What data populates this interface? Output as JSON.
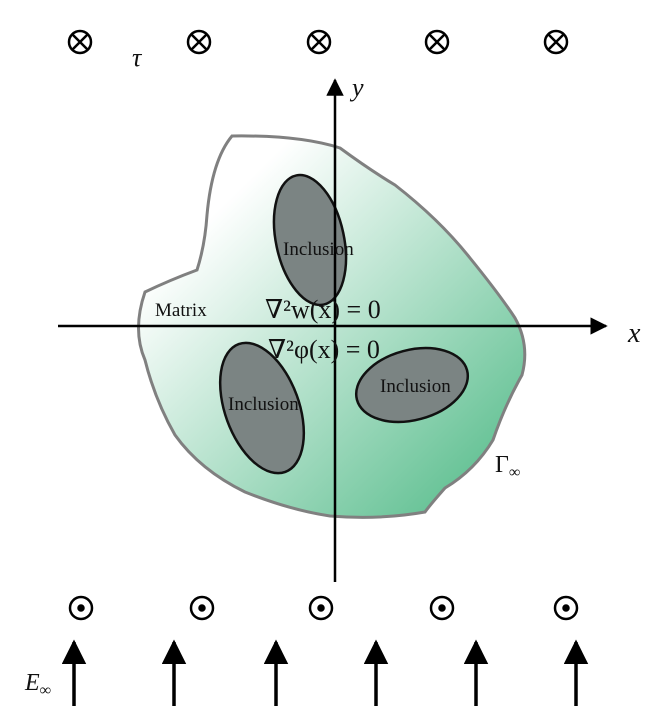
{
  "labels": {
    "tau": "τ",
    "y_axis": "y",
    "x_axis": "x",
    "matrix": "Matrix",
    "inclusion_top": "Inclusion",
    "inclusion_left": "Inclusion",
    "inclusion_right": "Inclusion",
    "eq1": "∇²w(x) = 0",
    "eq2": "∇²φ(x) = 0",
    "gamma": "Γ",
    "gamma_sub": "∞",
    "efield": "E",
    "efield_sub": "∞"
  },
  "colors": {
    "matrix_light": "#ffffff",
    "matrix_dark": "#4cb884",
    "inclusion": "#7b8483",
    "boundary": "#808080"
  }
}
